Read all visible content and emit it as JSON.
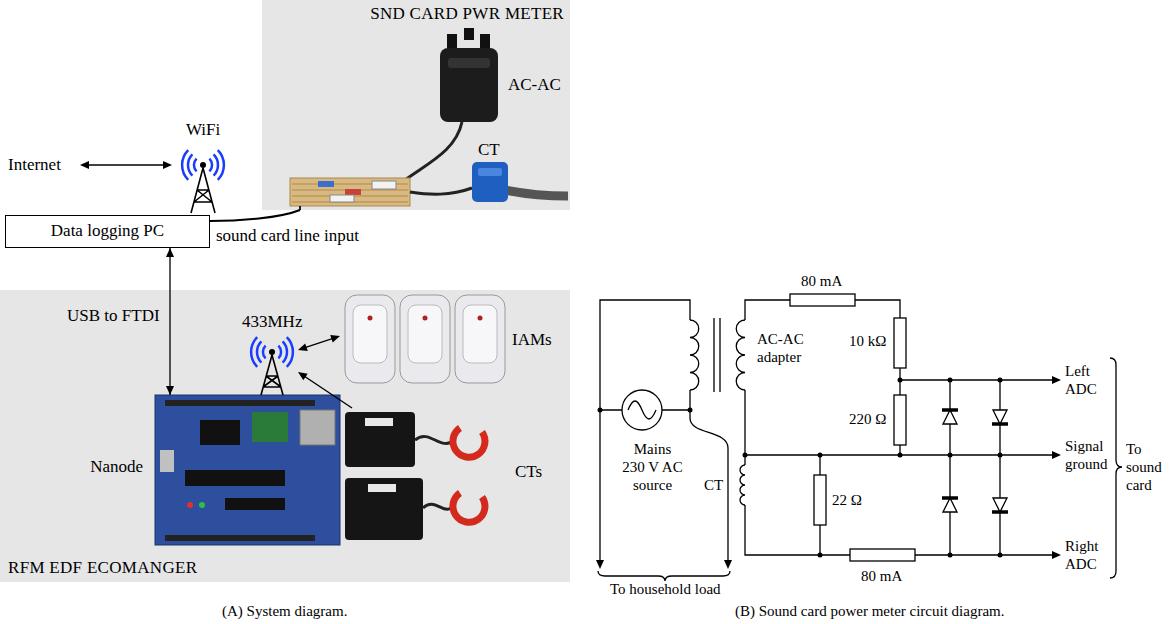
{
  "diagram": {
    "nodes": [
      {
        "text": [
          "SND CARD PWR METER"
        ]
      },
      {
        "text": [
          "Data logging PC"
        ]
      },
      {
        "text": [
          "RFM EDF ECOMANGER"
        ]
      },
      {
        "text": [
          "Nanode"
        ],
        "in": 2
      }
    ],
    "edges": [
      {
        "from": 0,
        "to": 1,
        "arrow": "none"
      },
      {
        "from": 1,
        "to": 3,
        "label": "USB to FTDI",
        "arrow": "both"
      }
    ],
    "labels": [
      "AC-AC",
      "CT",
      "WiFi",
      "Internet",
      "sound card line input",
      "433MHz",
      "IAMs",
      "CTs",
      "(A) System diagram.",
      "80 mA",
      "AC-AC adapter",
      "10 kΩ",
      "220 Ω",
      "Left ADC",
      "Signal ground",
      "Right ADC",
      "To sound card",
      "Mains 230 V AC source",
      "CT",
      "22 Ω",
      "80 mA",
      "To household load",
      "(B) Sound card power meter circuit diagram."
    ]
  }
}
